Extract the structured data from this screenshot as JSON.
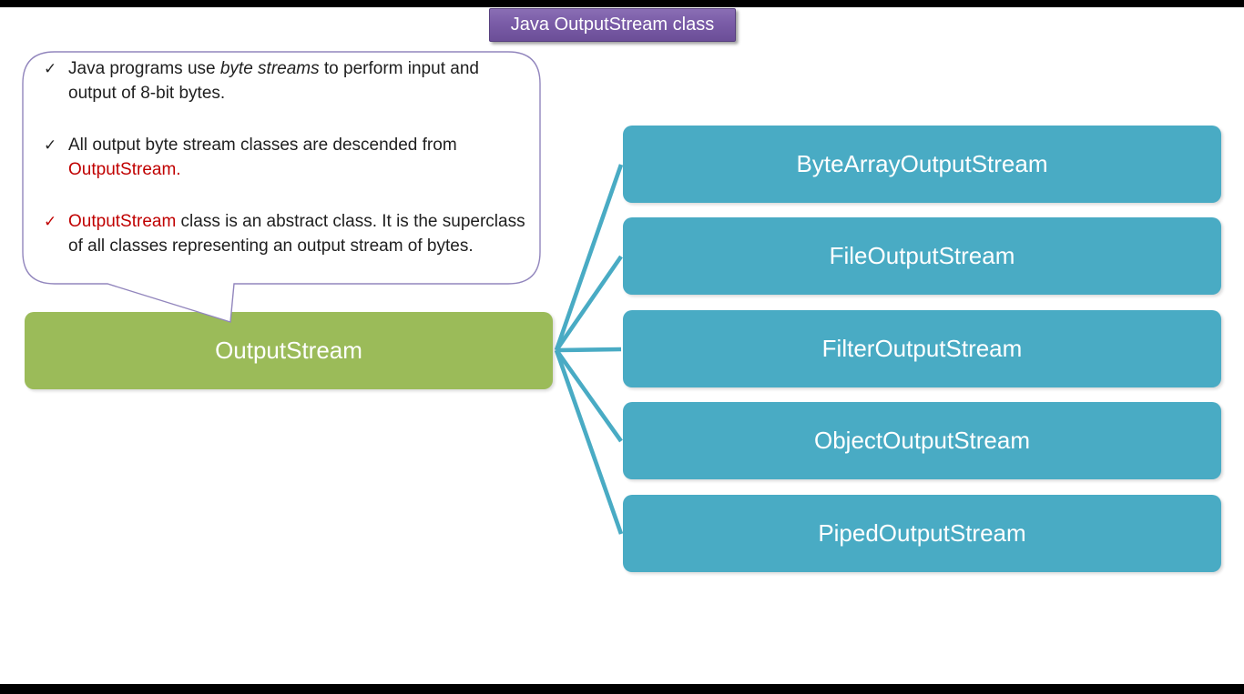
{
  "title_banner": {
    "label": "Java OutputStream class"
  },
  "callout": {
    "check_glyph": "✓",
    "bullets": [
      {
        "check_color": "dark",
        "segments": [
          {
            "text": "Java programs use ",
            "style": "normal"
          },
          {
            "text": "byte streams",
            "style": "italic"
          },
          {
            "text": " to perform input and output of 8-bit bytes.",
            "style": "normal"
          }
        ]
      },
      {
        "check_color": "dark",
        "segments": [
          {
            "text": "All output byte stream classes are descended from ",
            "style": "normal"
          },
          {
            "text": "OutputStream.",
            "style": "red"
          }
        ]
      },
      {
        "check_color": "red",
        "segments": [
          {
            "text": "OutputStream",
            "style": "red"
          },
          {
            "text": " class is an abstract class. It is the superclass of all classes representing an output stream of bytes.",
            "style": "normal"
          }
        ]
      }
    ]
  },
  "parent_node": {
    "label": "OutputStream"
  },
  "child_nodes": [
    {
      "label": "ByteArrayOutputStream"
    },
    {
      "label": "FileOutputStream"
    },
    {
      "label": "FilterOutputStream"
    },
    {
      "label": "ObjectOutputStream"
    },
    {
      "label": "PipedOutputStream"
    }
  ],
  "colors": {
    "teal": "#49ABC4",
    "green": "#9BBB59",
    "purple-light": "#8A6EB4",
    "purple-dark": "#6B4E97",
    "purple-border": "#563F7E",
    "red": "#C00000",
    "bubble-border": "#9286BD",
    "ink": "#1F1F1F"
  }
}
